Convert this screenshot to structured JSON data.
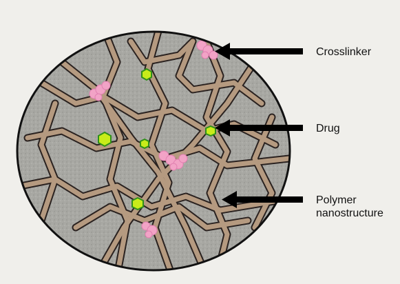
{
  "labels": {
    "crosslinker": "Crosslinker",
    "drug": "Drug",
    "polymer_line1": "Polymer",
    "polymer_line2": "nanostructure"
  },
  "colors": {
    "background": "#f0efeb",
    "circle_fill": "#a9a9a4",
    "circle_border": "#111111",
    "fiber": "#b59a80",
    "fiber_outline": "#2a2220",
    "crosslinker": "#f2a3c6",
    "drug": "#c8ec1a",
    "drug_outline": "#2f8f1a",
    "arrow": "#000000"
  }
}
